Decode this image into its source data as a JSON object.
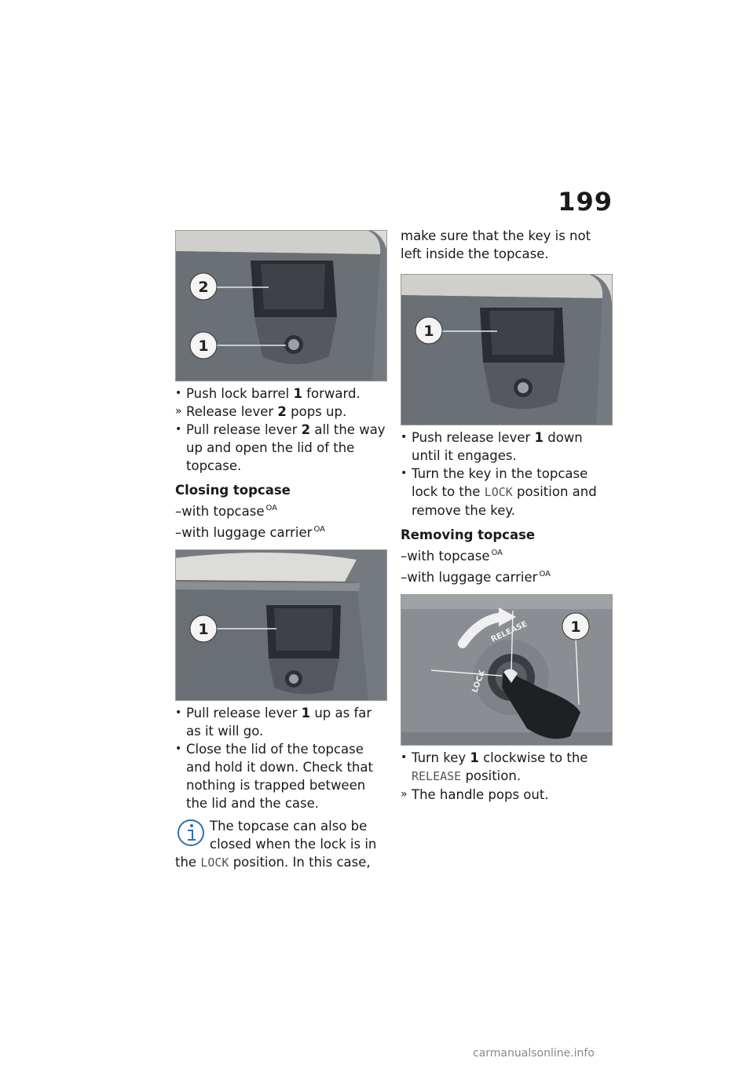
{
  "page_number": "199",
  "left": {
    "figure1_labels": [
      "2",
      "1"
    ],
    "steps1": [
      {
        "marker": "•",
        "pre": "Push lock barrel ",
        "num": "1",
        "post": " forward."
      },
      {
        "marker": "»",
        "pre": "Release lever ",
        "num": "2",
        "post": " pops up."
      },
      {
        "marker": "•",
        "pre": "Pull release lever ",
        "num": "2",
        "post": " all the way up and open the lid of the topcase."
      }
    ],
    "heading": "Closing topcase",
    "cond1": "–with topcase",
    "cond2": "–with luggage carrier",
    "oa": "OA",
    "figure2_labels": [
      "1"
    ],
    "steps2": [
      {
        "marker": "•",
        "pre": "Pull release lever ",
        "num": "1",
        "post": " up as far as it will go."
      },
      {
        "marker": "•",
        "pre": "Close the lid of the topcase and hold it down. Check that nothing is trapped between the lid and the case.",
        "num": "",
        "post": ""
      }
    ],
    "info_pre": "The topcase can also be closed when the lock is in the ",
    "info_mono": "LOCK",
    "info_post": " position. In this case,"
  },
  "right": {
    "para": "make sure that the key is not left inside the topcase.",
    "figure3_labels": [
      "1"
    ],
    "step_a": {
      "marker": "•",
      "pre": "Push release lever ",
      "num": "1",
      "post": " down until it engages."
    },
    "step_b": {
      "marker": "•",
      "pre": "Turn the key in the topcase lock to the ",
      "mono": "LOCK",
      "post": " position and remove the key."
    },
    "heading": "Removing topcase",
    "cond1": "–with topcase",
    "cond2": "–with luggage carrier",
    "oa": "OA",
    "figure4_labels": [
      "1",
      "LOCK",
      "RELEASE"
    ],
    "step_c": {
      "marker": "•",
      "pre": "Turn key ",
      "num": "1",
      "post": " clockwise to the ",
      "mono": "RELEASE",
      "post2": " position."
    },
    "step_d": {
      "marker": "»",
      "text": "The handle pops out."
    }
  },
  "watermark": "carmanualsonline.info"
}
